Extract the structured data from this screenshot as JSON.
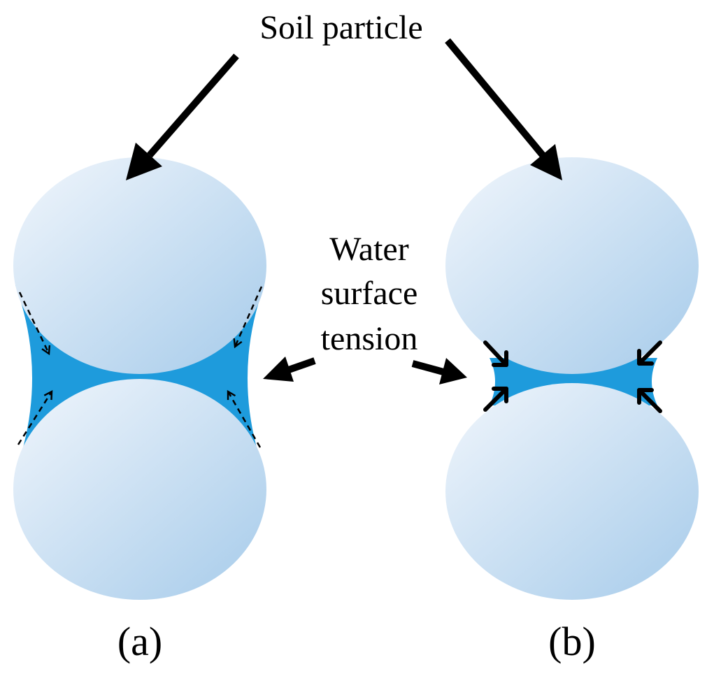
{
  "labels": {
    "soil_particle": "Soil particle",
    "water_line1": "Water",
    "water_line2": "surface",
    "water_line3": "tension",
    "panel_a": "(a)",
    "panel_b": "(b)"
  },
  "colors": {
    "particle_light": "#eef4fb",
    "particle_dark": "#a9cdec",
    "water": "#1e9bdc",
    "arrow": "#000000",
    "background": "#ffffff"
  }
}
